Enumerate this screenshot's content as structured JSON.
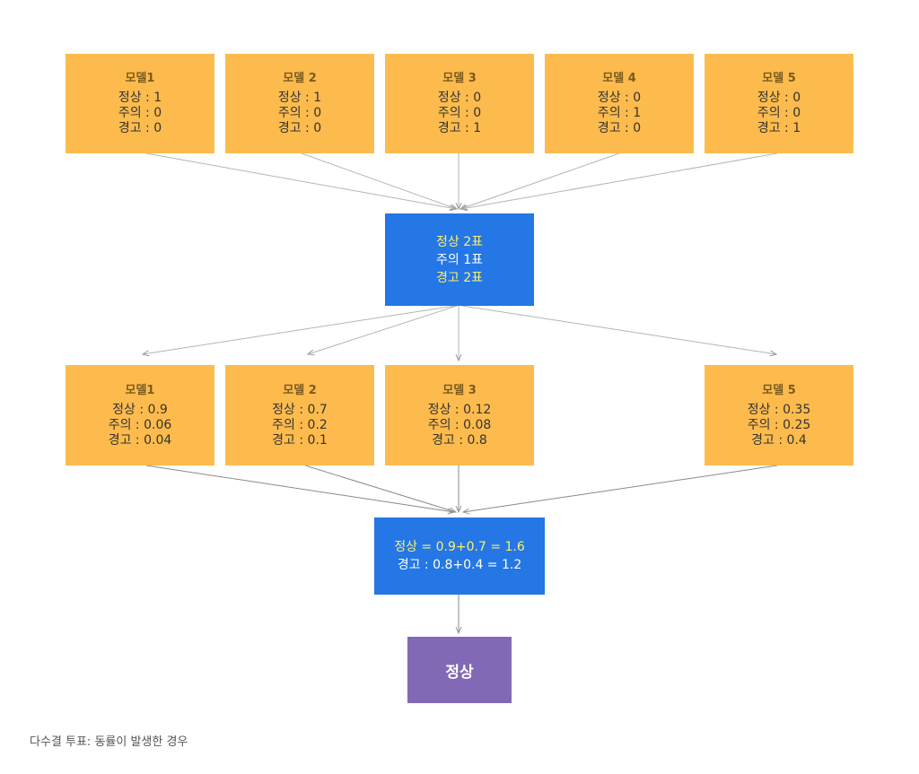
{
  "row1": [
    {
      "title": "모델1",
      "lines": [
        "정상 : 1",
        "주의 : 0",
        "경고 : 0"
      ]
    },
    {
      "title": "모델 2",
      "lines": [
        "정상 : 1",
        "주의 : 0",
        "경고 : 0"
      ]
    },
    {
      "title": "모델 3",
      "lines": [
        "정상 : 0",
        "주의 : 0",
        "경고 : 1"
      ]
    },
    {
      "title": "모델 4",
      "lines": [
        "정상 : 0",
        "주의 : 1",
        "경고 : 0"
      ]
    },
    {
      "title": "모델 5",
      "lines": [
        "정상 : 0",
        "주의 : 0",
        "경고 : 1"
      ]
    }
  ],
  "vote_box": {
    "lines": [
      "정상 2표",
      "주의 1표",
      "경고 2표"
    ]
  },
  "row2": [
    {
      "title": "모델1",
      "lines": [
        "정상 : 0.9",
        "주의 : 0.06",
        "경고 : 0.04"
      ]
    },
    {
      "title": "모델 2",
      "lines": [
        "정상 : 0.7",
        "주의 : 0.2",
        "경고 : 0.1"
      ]
    },
    {
      "title": "모델 3",
      "lines": [
        "정상 : 0.12",
        "주의 : 0.08",
        "경고 : 0.8"
      ]
    },
    {
      "title": "모델 5",
      "lines": [
        "정상 : 0.35",
        "주의 : 0.25",
        "경고 : 0.4"
      ]
    }
  ],
  "sum_box": {
    "lines": [
      "정상 = 0.9+0.7 = 1.6",
      "경고 : 0.8+0.4 = 1.2"
    ]
  },
  "result_box": {
    "label": "정상"
  },
  "caption": "다수결 투표: 동률이 발생한 경우",
  "colors": {
    "model": "#fdbb4d",
    "vote": "#2477e4",
    "result": "#8169b5",
    "highlight": "#ffef6a",
    "edge": "#aaaaaa"
  }
}
